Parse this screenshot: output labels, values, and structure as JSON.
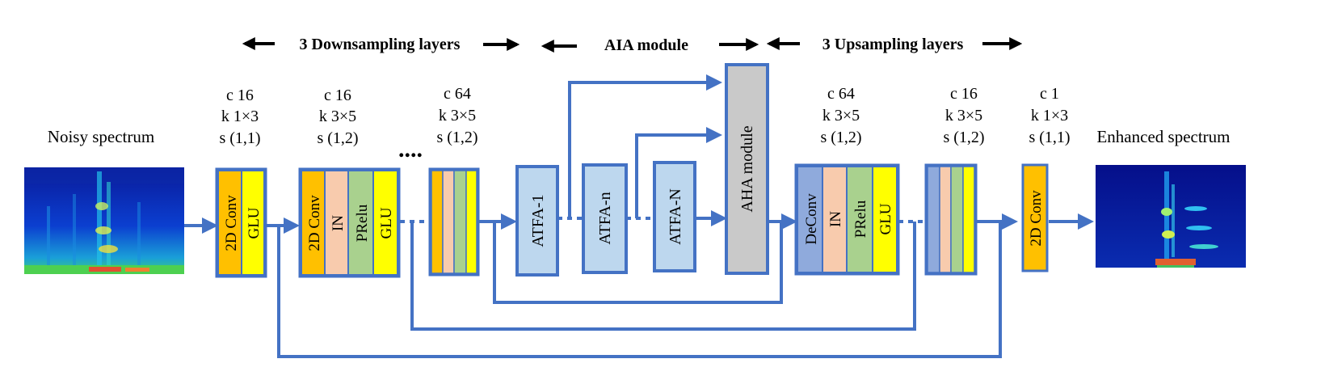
{
  "headers": {
    "downsampling": "3 Downsampling layers",
    "aia": "AIA module",
    "upsampling": "3 Upsampling layers"
  },
  "captions": {
    "input": "Noisy spectrum",
    "output": "Enhanced  spectrum",
    "dots": "...."
  },
  "params": {
    "enc1": [
      "c 16",
      "k 1×3",
      "s (1,1)"
    ],
    "enc2": [
      "c 16",
      "k 3×5",
      "s (1,2)"
    ],
    "enc3": [
      "c 64",
      "k 3×5",
      "s (1,2)"
    ],
    "dec1": [
      "c 64",
      "k 3×5",
      "s (1,2)"
    ],
    "dec2": [
      "c 16",
      "k 3×5",
      "s (1,2)"
    ],
    "dec3": [
      "c 1",
      "k 1×3",
      "s (1,1)"
    ]
  },
  "layers": {
    "conv2d": "2D Conv",
    "glu": "GLU",
    "in": "IN",
    "prelu": "PRelu",
    "deconv": "DeConv"
  },
  "modules": {
    "atfa1": "ATFA-1",
    "atfan": "ATFA-n",
    "atfaN": "ATFA-N",
    "aha": "AHA module"
  },
  "colors": {
    "accent_blue": "#4472c4",
    "conv_orange": "#ffc000",
    "glu_yellow": "#ffff00",
    "in_peach": "#f8cbad",
    "prelu_green": "#a9d18e",
    "atfa_fill": "#bdd7ee",
    "deconv_fill": "#8faadc",
    "aha_gray": "#c9c9c9"
  }
}
